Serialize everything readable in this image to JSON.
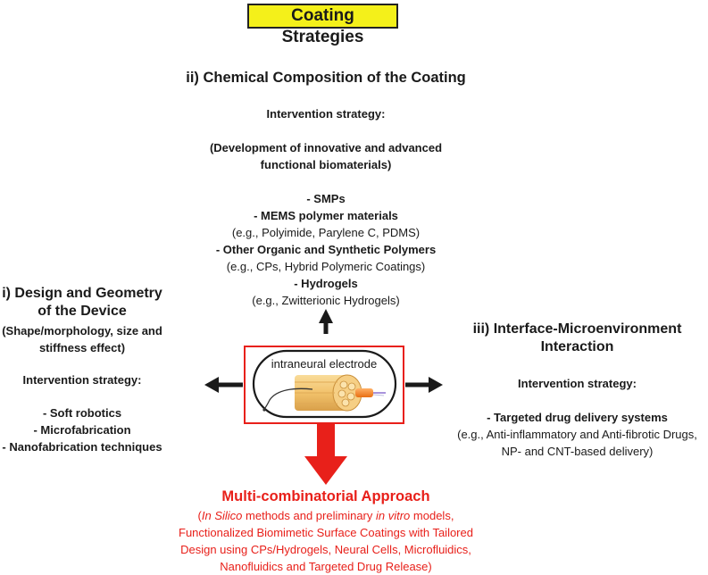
{
  "title": "Coating Strategies",
  "top": {
    "heading": "ii) Chemical Composition of the Coating",
    "strategy_label": "Intervention strategy:",
    "subtitle_line1": "(Development of innovative and advanced",
    "subtitle_line2": "functional biomaterials)",
    "item1": "- SMPs",
    "item2": "- MEMS polymer materials",
    "item2_note": "(e.g., Polyimide, Parylene C, PDMS)",
    "item3": "- Other Organic and Synthetic Polymers",
    "item3_note": "(e.g., CPs, Hybrid Polymeric Coatings)",
    "item4": "- Hydrogels",
    "item4_note": "(e.g., Zwitterionic Hydrogels)"
  },
  "left": {
    "heading_line1": "i) Design and Geometry",
    "heading_line2": "of the Device",
    "sub_line1": "(Shape/morphology, size and",
    "sub_line2": "stiffness effect)",
    "strategy_label": "Intervention strategy:",
    "item1": "- Soft robotics",
    "item2": "- Microfabrication",
    "item3": "- Nanofabrication techniques"
  },
  "right": {
    "heading_line1": "iii) Interface-Microenvironment",
    "heading_line2": "Interaction",
    "strategy_label": "Intervention strategy:",
    "item1": "- Targeted drug delivery systems",
    "item1_note_line1": "(e.g., Anti-inflammatory and Anti-fibrotic Drugs,",
    "item1_note_line2": "NP- and CNT-based delivery)"
  },
  "center": {
    "electrode_label": "intraneural electrode"
  },
  "bottom": {
    "heading": "Multi-combinatorial Approach",
    "line1_pre": "(",
    "line1_italic1": "In Silico",
    "line1_mid": " methods and preliminary ",
    "line1_italic2": "in vitro",
    "line1_post": " models,",
    "line2": "Functionalized Biomimetic Surface Coatings with Tailored",
    "line3": "Design using CPs/Hydrogels, Neural Cells, Microfluidics,",
    "line4": "Nanofluidics and Targeted Drug Release)"
  },
  "colors": {
    "title_bg": "#f4f01a",
    "accent_red": "#e8201a",
    "arrow_dark": "#1a1a1a",
    "nerve": "#f2c26b"
  }
}
